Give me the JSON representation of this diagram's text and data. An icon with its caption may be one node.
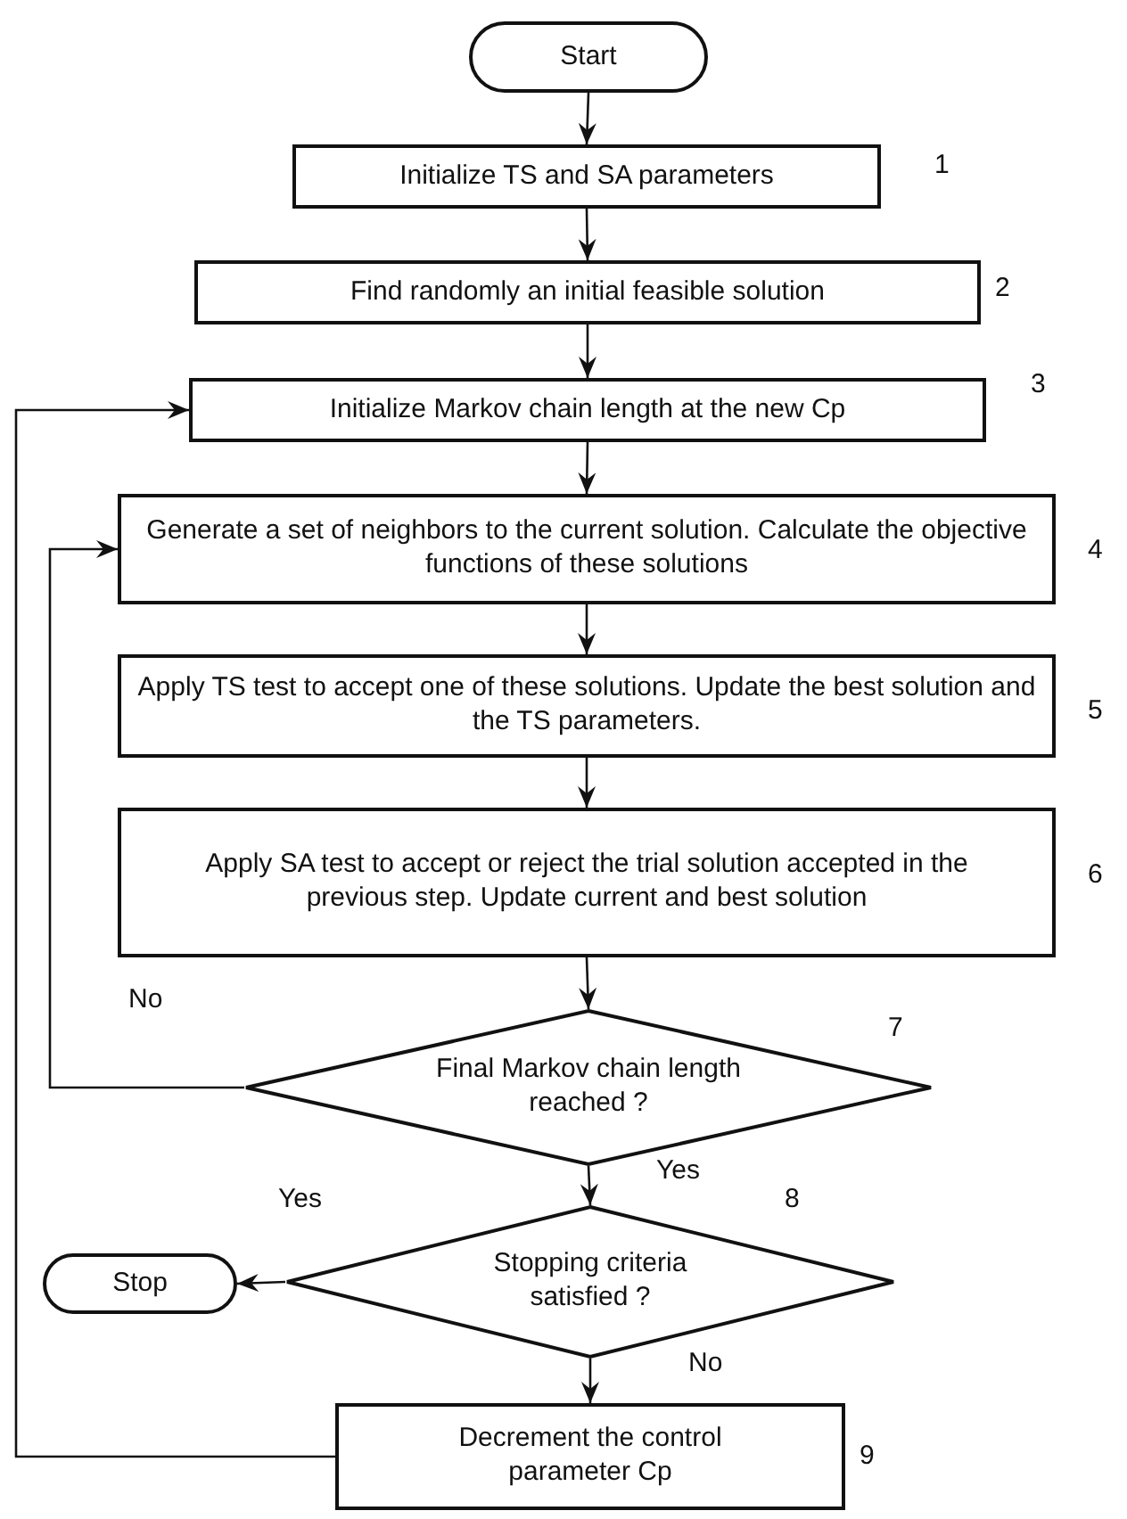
{
  "diagram": {
    "nodes": [
      {
        "text": [
          "Start"
        ]
      },
      {
        "text": [
          "Initialize TS and SA  parameters"
        ],
        "beside": [
          "1"
        ]
      },
      {
        "text": [
          "Find randomly an initial feasible solution"
        ],
        "beside": [
          "2"
        ]
      },
      {
        "text": [
          "Initialize Markov chain length at the new Cp"
        ],
        "beside": [
          "3"
        ]
      },
      {
        "text": [
          "Generate a set of neighbors to the current solution. Calculate the objective functions of these solutions"
        ],
        "beside": [
          "4"
        ]
      },
      {
        "text": [
          "Apply TS test to accept one of these solutions. Update  the best solution and the TS parameters."
        ],
        "beside": [
          "5"
        ]
      },
      {
        "text": [
          "Apply SA test to accept or reject the trial solution accepted in the previous step.  Update current and best solution"
        ],
        "beside": [
          "6"
        ]
      },
      {
        "text": [
          "Final Markov chain length reached ?"
        ],
        "beside": [
          "7"
        ]
      },
      {
        "text": [
          "Stop"
        ]
      },
      {
        "text": [
          "Stopping criteria satisfied ?"
        ],
        "beside": [
          "8"
        ]
      },
      {
        "text": [
          "Decrement the control parameter Cp"
        ],
        "beside": [
          "9"
        ]
      }
    ],
    "edges": [
      {
        "from": 0,
        "to": 1,
        "arrow": "to"
      },
      {
        "from": 1,
        "to": 2,
        "arrow": "to"
      },
      {
        "from": 2,
        "to": 3,
        "arrow": "to"
      },
      {
        "from": 3,
        "to": 4,
        "arrow": "to"
      },
      {
        "from": 4,
        "to": 5,
        "arrow": "to"
      },
      {
        "from": 5,
        "to": 6,
        "arrow": "to"
      },
      {
        "from": 6,
        "to": 7,
        "arrow": "to"
      },
      {
        "from": 7,
        "to": 4,
        "arrow": "to",
        "label": "No"
      },
      {
        "from": 7,
        "to": 9,
        "arrow": "to",
        "label": "Yes"
      },
      {
        "from": 9,
        "to": 8,
        "arrow": "to",
        "label": "Yes"
      },
      {
        "from": 9,
        "to": 10,
        "arrow": "to",
        "label": "No"
      },
      {
        "from": 10,
        "to": 3,
        "arrow": "to"
      }
    ]
  }
}
